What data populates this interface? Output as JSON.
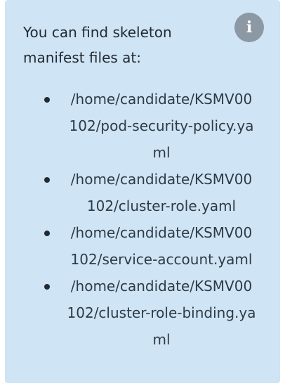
{
  "intro": {
    "line1": "You can find skeleton",
    "line2": "manifest files at:"
  },
  "info_icon": {
    "glyph": "i",
    "color": "#8c99a4"
  },
  "files": [
    {
      "line1": "/home/candidate/KSMV00",
      "line2": "102/pod-security-policy.ya",
      "line3": "ml"
    },
    {
      "line1": "/home/candidate/KSMV00",
      "line2": "102/cluster-role.yaml"
    },
    {
      "line1": "/home/candidate/KSMV00",
      "line2": "102/service-account.yaml"
    },
    {
      "line1": "/home/candidate/KSMV00",
      "line2": "102/cluster-role-binding.ya",
      "line3": "ml"
    }
  ]
}
